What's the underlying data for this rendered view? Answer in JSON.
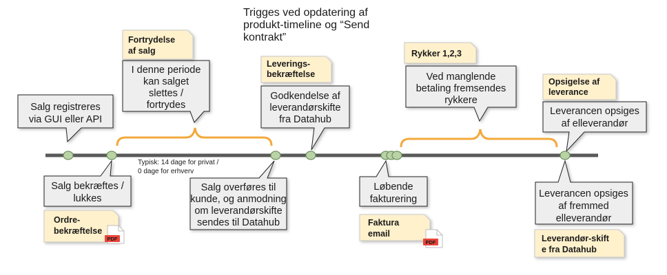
{
  "header_note": [
    "Trigges ved opdatering af",
    "produkt-timeline og “Send",
    "kontrakt”"
  ],
  "doc_labels": {
    "fortrydelse": [
      "Fortrydelse",
      "af salg"
    ],
    "leverings": [
      "Leverings-",
      "bekræftelse"
    ],
    "rykker": [
      "Rykker 1,2,3"
    ],
    "opsigelse": [
      "Opsigelse af",
      "leverance"
    ],
    "ordre": [
      "Ordre-",
      "bekræftelse"
    ],
    "faktura": [
      "Faktura",
      "email"
    ],
    "leverandorskift": [
      "Leverandør-skift",
      "e fra Datahub"
    ]
  },
  "callouts": {
    "salg_registreres": [
      "Salg registreres",
      "via GUI eller API"
    ],
    "fortrydelse_periode": [
      "I denne periode",
      "kan salget",
      "slettes /",
      "fortrydes"
    ],
    "godkendelse": [
      "Godkendelse af",
      "leverandørskifte",
      "fra Datahub"
    ],
    "manglende_betaling": [
      "Ved manglende",
      "betaling fremsendes",
      "rykkere"
    ],
    "opsiges_elleverandor": [
      "Leverancen opsiges",
      "af elleverandør"
    ],
    "salg_bekraeftes": [
      "Salg bekræftes /",
      "lukkes"
    ],
    "salg_overfores": [
      "Salg overføres til",
      "kunde, og anmodning",
      "om leverandørskifte",
      "sendes til Datahub"
    ],
    "lobende": [
      "Løbende",
      "fakturering"
    ],
    "opsiges_fremmed": [
      "Leverancen opsiges",
      "af fremmed",
      "elleverandør"
    ]
  },
  "typisk_note": [
    "Typisk: 14 dage for privat /",
    "0 dage for erhverv"
  ],
  "pdf_label": "PDF",
  "colors": {
    "timeline": "#595959",
    "node_fill": "#b9d3a7",
    "node_stroke": "#6f8f5b",
    "brace": "#f3a93c",
    "callout_fill": "#eeeeee",
    "callout_stroke": "#222222",
    "doc_fill": "#fff1cc",
    "doc_stroke": "#c9c9c9",
    "pdf_red": "#e9443a"
  }
}
